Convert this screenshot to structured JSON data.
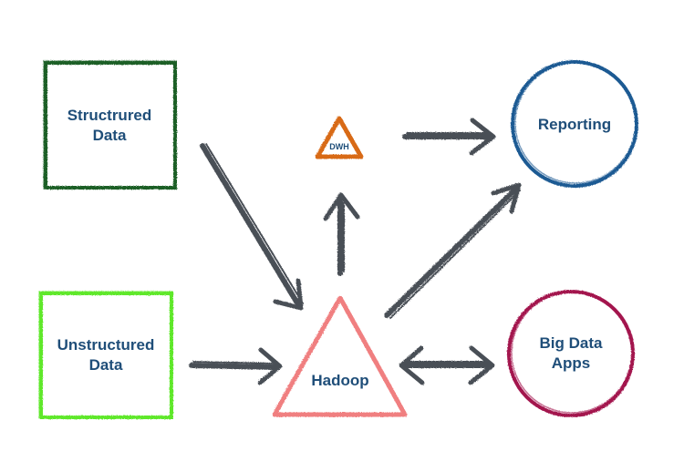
{
  "nodes": {
    "structured": {
      "line1": "Structrured",
      "line2": "Data",
      "color": "#1d5e25"
    },
    "unstructured": {
      "line1": "Unstructured",
      "line2": "Data",
      "color": "#5ee82c"
    },
    "dwh": {
      "label": "DWH",
      "color": "#d86a19"
    },
    "hadoop": {
      "label": "Hadoop",
      "color": "#f07f80"
    },
    "reporting": {
      "label": "Reporting",
      "color": "#1e5a93"
    },
    "bigdata": {
      "line1": "Big Data",
      "line2": "Apps",
      "color": "#a3124e"
    }
  },
  "arrow_color": "#4a4f57",
  "label_color": "#1f4e79"
}
